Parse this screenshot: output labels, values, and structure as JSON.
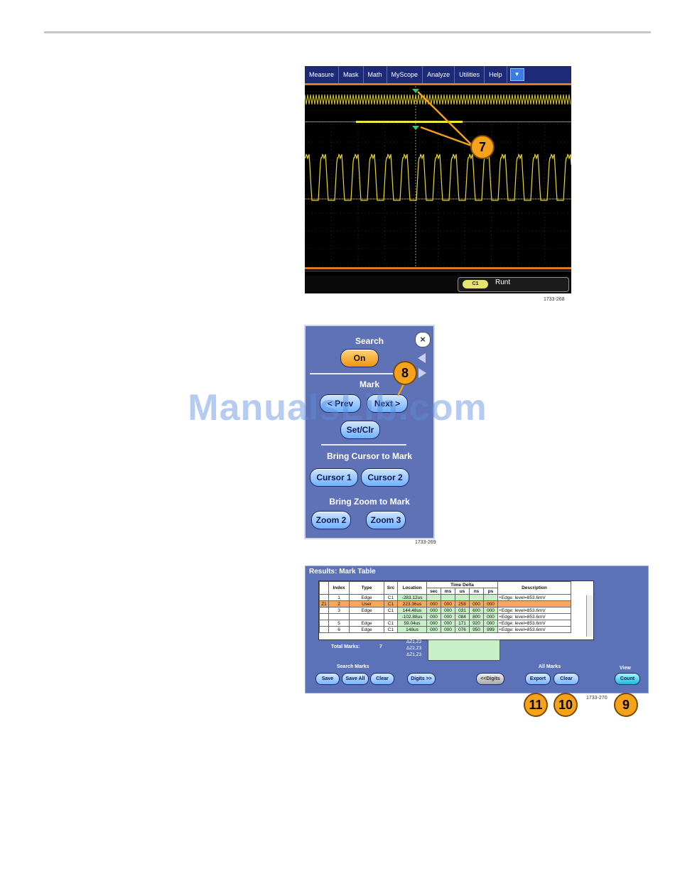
{
  "scope": {
    "menu": [
      "Measure",
      "Mask",
      "Math",
      "MyScope",
      "Analyze",
      "Utilities",
      "Help"
    ],
    "menu_arrow": "▼",
    "trigger_channel": "C1",
    "trigger_type": "Runt",
    "figure_id": "1733-268"
  },
  "search_panel": {
    "search_title": "Search",
    "on_label": "On",
    "mark_title": "Mark",
    "prev_label": "< Prev",
    "next_label": "Next >",
    "setclr_label": "Set/Clr",
    "cursor_title": "Bring Cursor to Mark",
    "cursor1": "Cursor 1",
    "cursor2": "Cursor 2",
    "zoom_title": "Bring Zoom to Mark",
    "zoom2": "Zoom 2",
    "zoom3": "Zoom 3",
    "close": "×",
    "figure_id": "1733-269"
  },
  "results": {
    "title": "Results: Mark Table",
    "headers": {
      "index": "Index",
      "type": "Type",
      "src": "Src",
      "location": "Location",
      "time_delta": "Time Delta",
      "description": "Description"
    },
    "units": [
      "sec",
      "ms",
      "us",
      "ns",
      "ps"
    ],
    "rows": [
      {
        "flag": "",
        "index": "1",
        "type": "Edge",
        "src": "C1",
        "location": "-283.12us",
        "d": [
          "",
          "",
          "",
          "",
          ""
        ],
        "desc": "+Edge: level=853.6mV"
      },
      {
        "flag": "Z1",
        "index": "2",
        "type": "User",
        "src": "C1",
        "location": "223.36us",
        "d": [
          "000",
          "000",
          "258",
          "000",
          "000"
        ],
        "desc": ""
      },
      {
        "flag": "",
        "index": "3",
        "type": "Edge",
        "src": "C1",
        "location": "144.48us",
        "d": [
          "000",
          "000",
          "031",
          "600",
          "000"
        ],
        "desc": "+Edge: level=853.6mV"
      },
      {
        "flag": "",
        "index": "",
        "type": "",
        "src": "",
        "location": "-102.88us",
        "d": [
          "000",
          "000",
          "084",
          "800",
          "000"
        ],
        "desc": "+Edge: level=853.6mV"
      },
      {
        "flag": "",
        "index": "5",
        "type": "Edge",
        "src": "C1",
        "location": "59.04us",
        "d": [
          "000",
          "000",
          "171",
          "920",
          "000"
        ],
        "desc": "+Edge: level=853.6mV"
      },
      {
        "flag": "",
        "index": "6",
        "type": "Edge",
        "src": "C1",
        "location": "148us",
        "d": [
          "000",
          "000",
          "076",
          "950",
          "999"
        ],
        "desc": "+Edge: level=853.6mV"
      }
    ],
    "total_marks_label": "Total Marks:",
    "total_marks_value": "7",
    "deltas": [
      "ΔZ1,Z2",
      "ΔZ2,Z3",
      "ΔZ1,Z3"
    ],
    "search_marks_label": "Search Marks",
    "save": "Save",
    "save_all": "Save All",
    "clear": "Clear",
    "digits_more": "Digits >>",
    "digits_less": "<<Digits",
    "all_marks_label": "All Marks",
    "export": "Export",
    "clear2": "Clear",
    "view_label": "View",
    "count": "Count",
    "figure_id": "1733-270"
  },
  "callouts": {
    "c7": "7",
    "c8": "8",
    "c9": "9",
    "c10": "10",
    "c11": "11"
  },
  "watermark": "ManualsLib.com"
}
